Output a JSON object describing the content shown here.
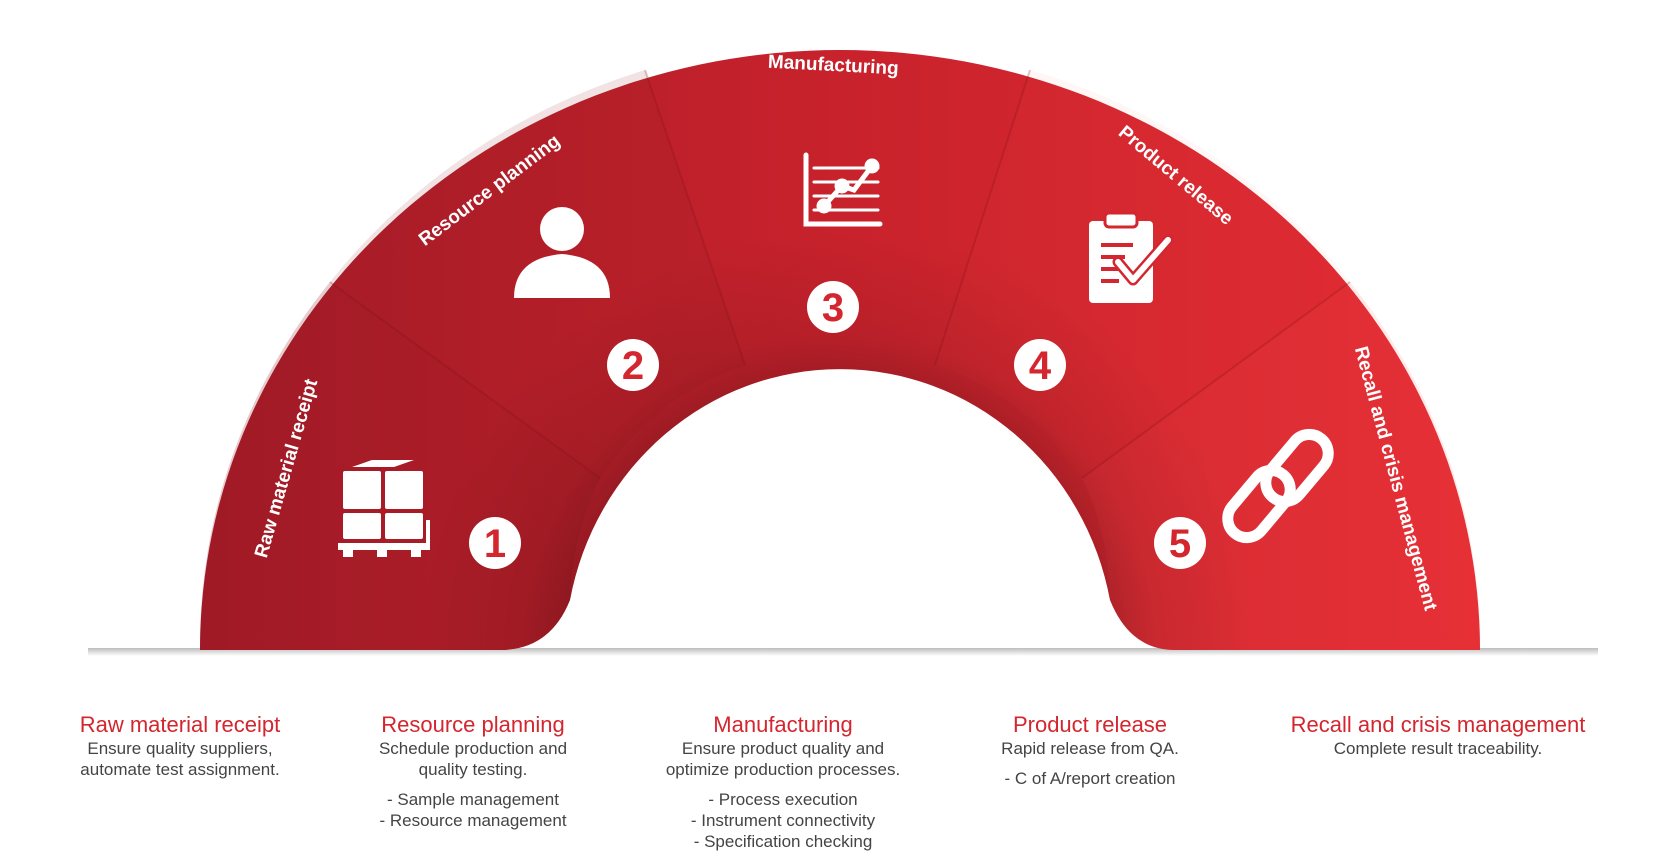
{
  "colors": {
    "accent": "#d4262e",
    "dark_red": "#a11c27",
    "text": "#444444",
    "icon": "#ffffff"
  },
  "stages": [
    {
      "number": "1",
      "arc_label": "Raw material receipt",
      "icon": "pallet-boxes-icon",
      "title": "Raw material receipt",
      "description": [
        "Ensure quality suppliers,",
        "automate test assignment."
      ],
      "bullets": []
    },
    {
      "number": "2",
      "arc_label": "Resource planning",
      "icon": "person-icon",
      "title": "Resource planning",
      "description": [
        "Schedule production and",
        "quality testing."
      ],
      "bullets": [
        "- Sample management",
        "- Resource management"
      ]
    },
    {
      "number": "3",
      "arc_label": "Manufacturing",
      "icon": "line-chart-icon",
      "title": "Manufacturing",
      "description": [
        "Ensure product quality and",
        "optimize production processes."
      ],
      "bullets": [
        "- Process execution",
        "- Instrument connectivity",
        "- Specification checking"
      ]
    },
    {
      "number": "4",
      "arc_label": "Product release",
      "icon": "clipboard-check-icon",
      "title": "Product release",
      "description": [
        "Rapid release from QA."
      ],
      "bullets": [
        "- C of A/report creation"
      ]
    },
    {
      "number": "5",
      "arc_label": "Recall and crisis management",
      "icon": "chain-link-icon",
      "title": "Recall and crisis management",
      "description": [
        "Complete result traceability."
      ],
      "bullets": []
    }
  ]
}
